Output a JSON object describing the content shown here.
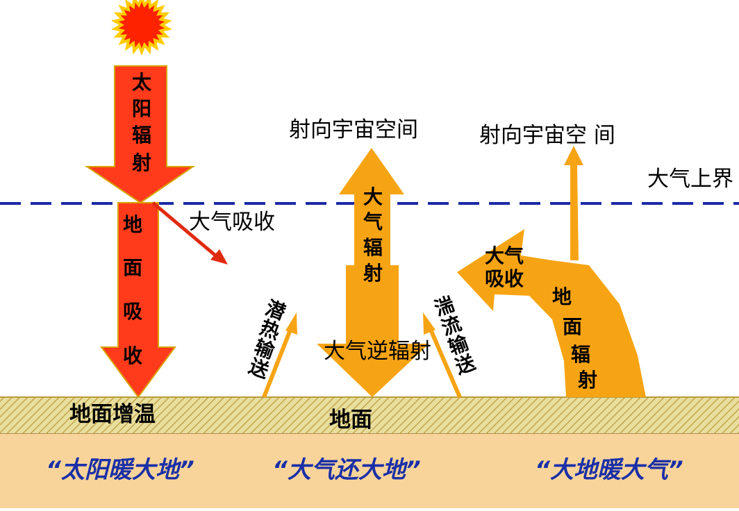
{
  "labels": {
    "solar_radiation": [
      "太",
      "阳",
      "辐",
      "射"
    ],
    "ground_absorption": [
      "地",
      "面",
      "吸",
      "收"
    ],
    "atmo_absorption_1": "大气吸收",
    "space_1": "射向宇宙空间",
    "space_2": "射向宇宙空 间",
    "atmo_top": "大气上界",
    "atmo_radiation": [
      "大",
      "气",
      "辐",
      "射"
    ],
    "atmo_absorption_2": [
      "大气",
      "吸收"
    ],
    "latent_heat": [
      "潜",
      "热",
      "输",
      "送"
    ],
    "turbulent": [
      "湍",
      "流",
      "输",
      "送"
    ],
    "counter_radiation": "大气逆辐射",
    "ground_radiation": [
      "地",
      "面",
      "辐",
      "射"
    ],
    "ground_warming": "地面增温",
    "ground": "地面",
    "slogan_1": "“太阳暖大地”",
    "slogan_2": "“大气还大地”",
    "slogan_3": "“大地暖大气”"
  },
  "colors": {
    "sun": "#ff2200",
    "red_arrow": "#ff3b1c",
    "orange_arrow": "#f7a414",
    "dash_line": "#1b2aa6",
    "ground_strip": "#e6dd9c",
    "ground_hatch": "#c4a84a",
    "soil": "#f9d49a",
    "slogan": "#1a2fa8"
  }
}
